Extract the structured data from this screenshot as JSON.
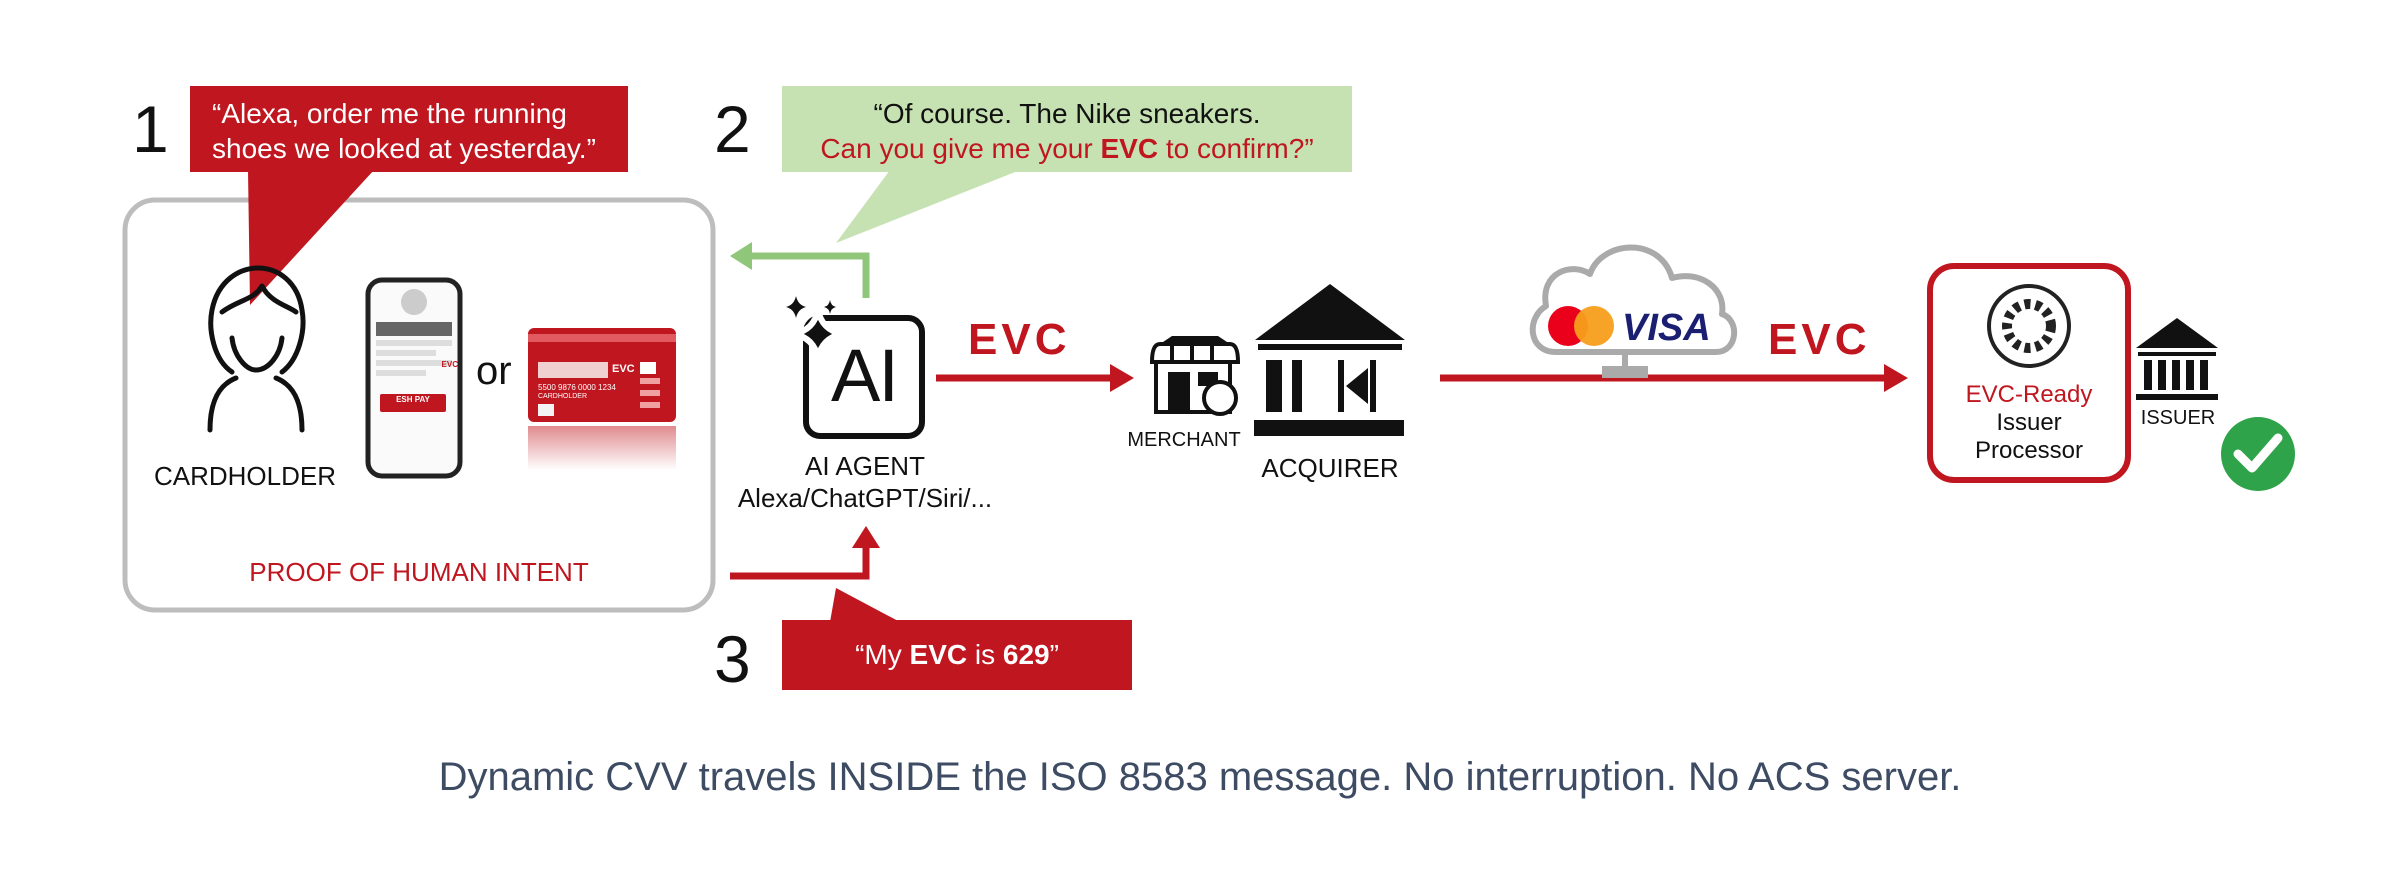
{
  "steps": {
    "s1": {
      "number": "1",
      "quote": "“Alexa, order me the running shoes we looked at yesterday.”"
    },
    "s2": {
      "number": "2",
      "line1": "“Of course. The Nike sneakers.",
      "line2_pre": "Can you give me your ",
      "line2_bold": "EVC",
      "line2_post": " to confirm?”"
    },
    "s3": {
      "number": "3",
      "pre": "“My ",
      "bold1": "EVC",
      "mid": " is ",
      "bold2": "629",
      "post": "”"
    }
  },
  "cardholder_box": {
    "cardholder_label": "CARDHOLDER",
    "or_label": "or",
    "proof_label": "PROOF OF HUMAN INTENT",
    "phone_button": "ESH PAY",
    "phone_evc": "EVC",
    "card_brand": "EVC",
    "card_number": "5500 9876 0000 1234",
    "card_holder": "CARDHOLDER"
  },
  "ai_agent": {
    "icon_text": "AI",
    "title": "AI AGENT",
    "subtitle": "Alexa/ChatGPT/Siri/..."
  },
  "flow": {
    "evc_label_1": "EVC",
    "evc_label_2": "EVC",
    "merchant_label": "MERCHANT",
    "acquirer_label": "ACQUIRER",
    "visa_label": "VISA",
    "processor_line1": "EVC-Ready",
    "processor_line2": "Issuer",
    "processor_line3": "Processor",
    "issuer_label": "ISSUER"
  },
  "caption": "Dynamic CVV travels INSIDE the ISO 8583 message. No interruption. No ACS server.",
  "colors": {
    "brand_red": "#c0161f",
    "green_bubble": "#c6e2b2",
    "green_arrow": "#8fc67a",
    "box_border": "#bdbdbd",
    "caption": "#3d4b63",
    "check_green": "#2fa34a",
    "mc_red": "#eb001b",
    "mc_orange": "#f79e1b",
    "visa_blue": "#1a1f71"
  },
  "icons": [
    "woman-icon",
    "phone-icon",
    "credit-card-icon",
    "ai-sparkle-icon",
    "store-icon",
    "bank-icon",
    "cloud-icon",
    "gear-icon",
    "issuer-bank-icon",
    "checkmark-icon"
  ]
}
